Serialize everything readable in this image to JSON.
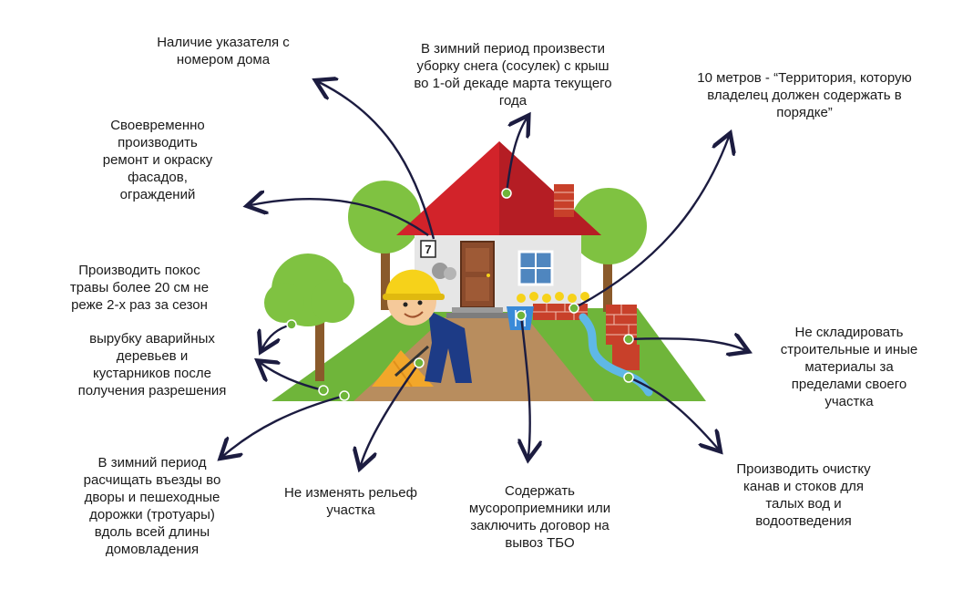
{
  "notes": {
    "house_number": "Наличие указателя с\nномером дома",
    "snow_removal": "В зимний период произвести\nуборку снега (сосулек) с крыш\nво 1-ой декаде марта текущего\nгода",
    "ten_meters": "10 метров - “Территория, которую\nвладелец должен содержать в\nпорядке”",
    "facade_repair": "Своевременно\nпроизводить\nремонт и окраску\nфасадов,\nограждений",
    "grass_mowing": "Производить покос\nтравы более 20 см не\nреже 2-х раз за сезон",
    "tree_cutting": "вырубку аварийных\nдеревьев и\nкустарников после\nполучения разрешения",
    "no_storage": "Не складировать\nстроительные и иные\nматериалы за\nпределами своего\nучастка",
    "winter_clearing": "В зимний период\nрасчищать въезды во\nдворы и пешеходные\nдорожки (тротуары)\nвдоль всей длины\nдомовладения",
    "relief": "Не изменять рельеф\nучастка",
    "waste": "Содержать\nмусороприемники или\nзаключить договор на\nвывоз ТБО",
    "ditch_cleaning": "Производить очистку\nканав и стоков для\nталых вод и\nводоотведения"
  },
  "house_number_sign": "7",
  "colors": {
    "roof": "#d2232a",
    "wall": "#e6e6e6",
    "grass": "#6fb53a",
    "path": "#b88d5e",
    "tree": "#7fc241",
    "trunk": "#8a5a2b",
    "brick": "#c8402a",
    "water": "#5fb8e6",
    "arrow": "#1c1c40",
    "helmet": "#f6d21a",
    "worker_suit": "#1d3b86"
  }
}
